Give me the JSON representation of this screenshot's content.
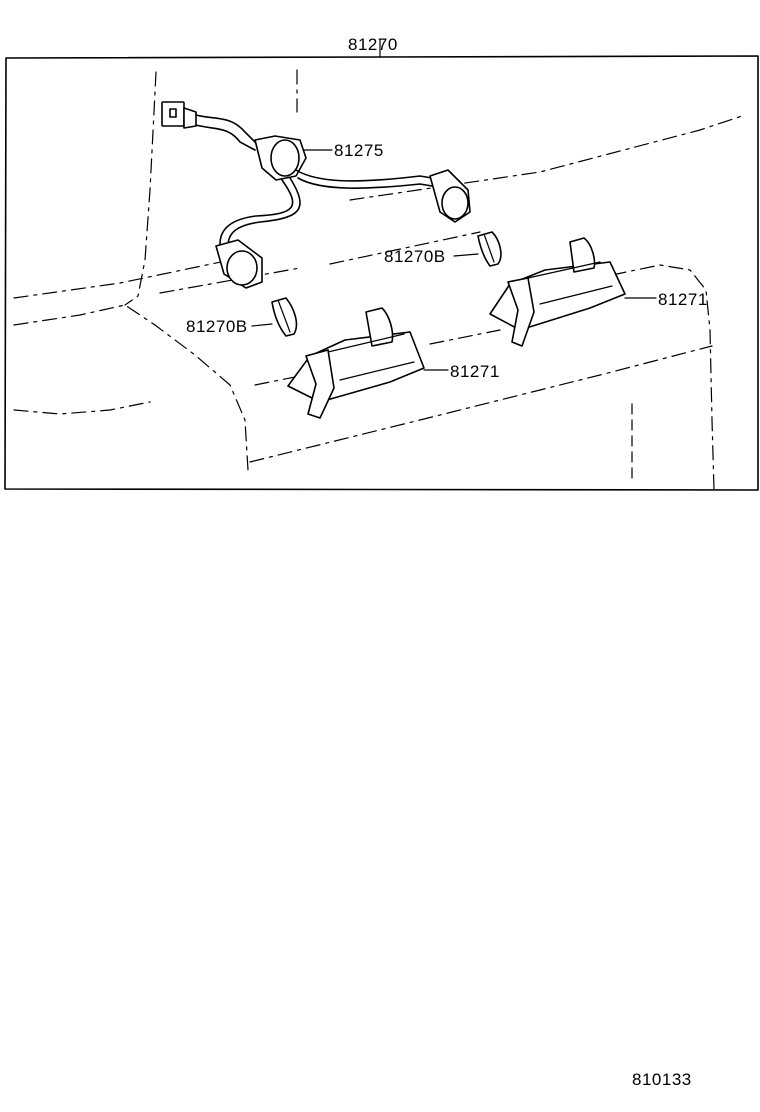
{
  "labels": {
    "assembly": "81270",
    "wire_harness": "81275",
    "bulb_right": "81270B",
    "bulb_left": "81270B",
    "lamp_right": "81271",
    "lamp_left": "81271",
    "figure_code": "810133"
  }
}
